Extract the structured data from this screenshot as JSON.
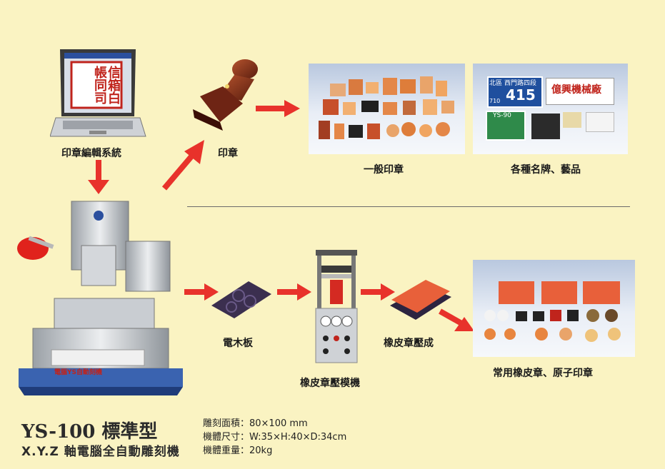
{
  "flow": {
    "software_label": "印章編輯系統",
    "stamp_label": "印章",
    "general_stamps_label": "一般印章",
    "nameplates_label": "各種名牌、藝品",
    "plate_label": "電木板",
    "press_machine_label": "橡皮章壓模機",
    "rubber_press_label": "橡皮章壓成",
    "common_rubber_label": "常用橡皮章、原子印章"
  },
  "screen": {
    "stamp_chars": "信箱白帳同司"
  },
  "nameplate": {
    "top_left": "北區",
    "top_right": "西門路四段",
    "number": "415",
    "code": "710",
    "company": "億興機械廠",
    "tag": "YS-90"
  },
  "machine_panel": {
    "brand_text": "電腦YS自動刻機"
  },
  "product": {
    "model": "YS-100 標準型",
    "subtitle": "X.Y.Z 軸電腦全自動雕刻機",
    "specs": [
      "雕刻面積：80×100 mm",
      "機體尺寸：W:35×H:40×D:34cm",
      "機體重量：20kg"
    ]
  },
  "colors": {
    "background": "#faf3c2",
    "arrow": "#e8322b",
    "stamp_wood": "#7a2a18"
  }
}
